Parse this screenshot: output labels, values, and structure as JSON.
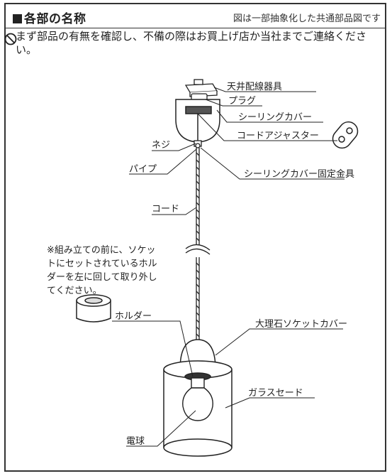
{
  "header": {
    "title": "各部の名称",
    "subtitle": "図は一部抽象化した共通部品図です"
  },
  "warning": {
    "icon": "prohibition-icon",
    "text": "まず部品の有無を確認し、不備の際はお買上げ店か当社までご連絡ください。"
  },
  "note": "※組み立ての前に、ソケットにセットされているホルダーを左に回して取り外してください。",
  "parts": {
    "ceiling_mount": "天井配線器具",
    "plug": "プラグ",
    "ceiling_cover": "シーリングカバー",
    "cord_adjuster": "コードアジャスター",
    "screw": "ネジ",
    "pipe": "パイプ",
    "cover_bracket": "シーリングカバー固定金具",
    "cord": "コード",
    "holder": "ホルダー",
    "marble_cover": "大理石ソケットカバー",
    "glass_shade": "ガラスセード",
    "bulb": "電球"
  }
}
